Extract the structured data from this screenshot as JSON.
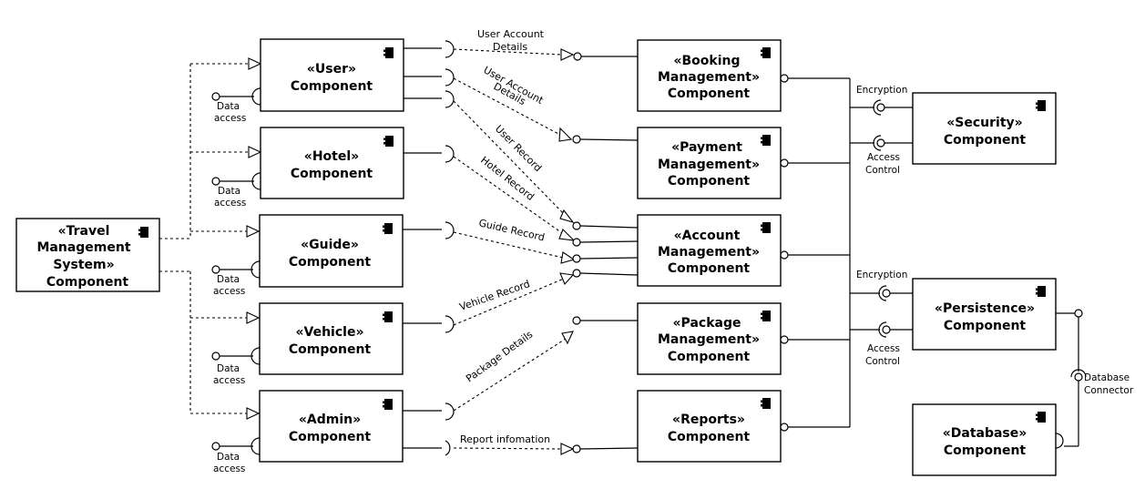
{
  "components": {
    "travel": [
      "«Travel",
      "Management",
      "System»",
      "Component"
    ],
    "user": [
      "«User»",
      "Component"
    ],
    "hotel": [
      "«Hotel»",
      "Component"
    ],
    "guide": [
      "«Guide»",
      "Component"
    ],
    "vehicle": [
      "«Vehicle»",
      "Component"
    ],
    "admin": [
      "«Admin»",
      "Component"
    ],
    "booking": [
      "«Booking",
      "Management»",
      "Component"
    ],
    "payment": [
      "«Payment",
      "Management»",
      "Component"
    ],
    "account": [
      "«Account",
      "Management»",
      "Component"
    ],
    "package": [
      "«Package",
      "Management»",
      "Component"
    ],
    "reports": [
      "«Reports»",
      "Component"
    ],
    "security": [
      "«Security»",
      "Component"
    ],
    "persistence": [
      "«Persistence»",
      "Component"
    ],
    "database": [
      "«Database»",
      "Component"
    ]
  },
  "data_access": [
    "Data",
    "access"
  ],
  "connectors": {
    "user_account_details_1": [
      "User Account",
      "Details"
    ],
    "user_account_details_2": [
      "User Account",
      "Details"
    ],
    "user_record": "User Record",
    "hotel_record": "Hotel Record",
    "guide_record": "Guide Record",
    "vehicle_record": "Vehicle Record",
    "package_details": "Package Details",
    "report_information": "Report infomation"
  },
  "interfaces": {
    "encryption": "Encryption",
    "access_control": [
      "Access",
      "Control"
    ],
    "database_connector": [
      "Database",
      "Connector"
    ]
  }
}
